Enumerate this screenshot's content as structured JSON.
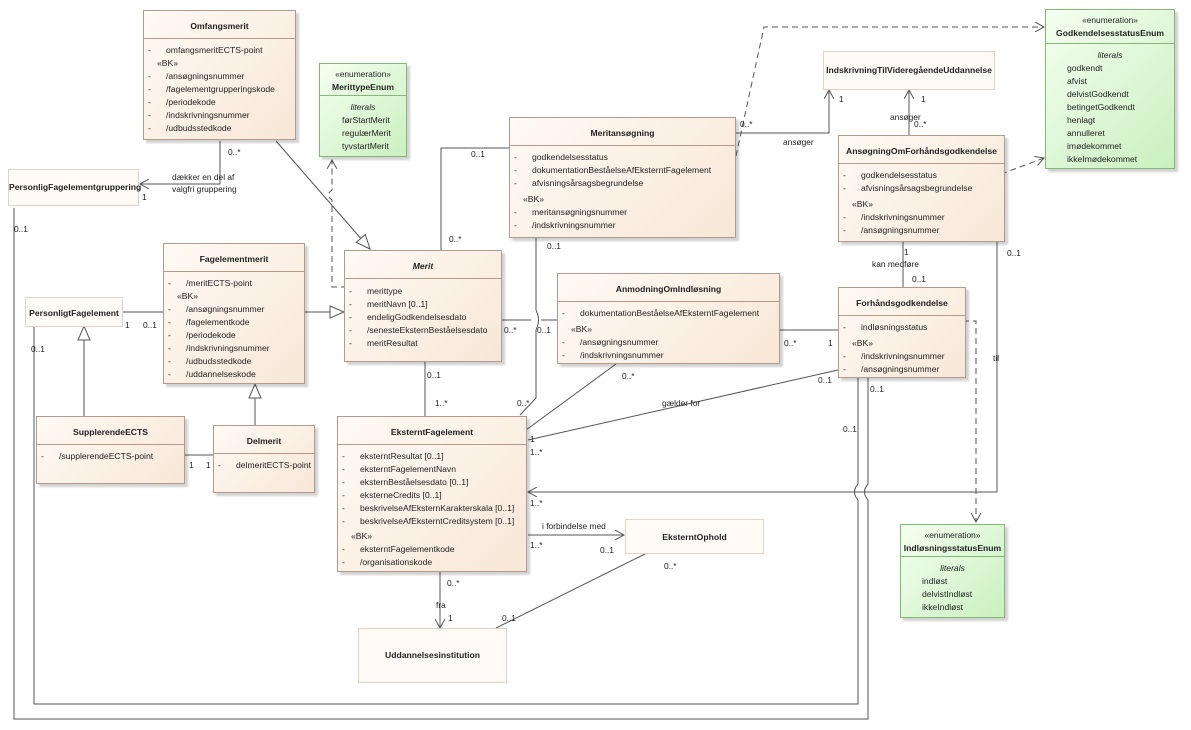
{
  "classes": {
    "omfangsmerit": {
      "name": "Omfangsmerit",
      "attr1": "omfangsmeritECTS-point",
      "bk": "«BK»",
      "bk_attrs": [
        "/ansøgningsnummer",
        "/fagelementgrupperingskode",
        "/periodekode",
        "/indskrivningsnummer",
        "/udbudsstedkode"
      ]
    },
    "merittype_enum": {
      "stereo": "«enumeration»",
      "name": "MerittypeEnum",
      "literals_label": "literals",
      "literals": [
        "førStartMerit",
        "regulærMerit",
        "tyvstartMerit"
      ]
    },
    "personlig_fagelementgruppering": {
      "name": "PersonligFagelementgruppering"
    },
    "fagelementmerit": {
      "name": "Fagelementmerit",
      "attr1": "/meritECTS-point",
      "bk": "«BK»",
      "bk_attrs": [
        "/ansøgningsnummer",
        "/fagelementkode",
        "/periodekode",
        "/indskrivningsnummer",
        "/udbudsstedkode",
        "/uddannelseskode"
      ]
    },
    "personligt_fagelement": {
      "name": "PersonligtFagelement"
    },
    "merit": {
      "name": "Merit",
      "attrs": [
        "merittype",
        "meritNavn [0..1]",
        "endeligGodkendelsesdato",
        "/senesteEksternBeståelsesdato",
        "meritResultat"
      ]
    },
    "meritansogning": {
      "name": "Meritansøgning",
      "attrs": [
        "godkendelsesstatus",
        "dokumentationBeståelseAfEksterntFagelement",
        "afvisningsårsagsbegrundelse"
      ],
      "bk": "«BK»",
      "bk_attrs": [
        "meritansøgningsnummer",
        "/indskrivningsnummer"
      ]
    },
    "indskrivning": {
      "name": "IndskrivningTilVideregåendeUddannelse"
    },
    "godkendelsesstatus_enum": {
      "stereo": "«enumeration»",
      "name": "GodkendelsesstatusEnum",
      "literals_label": "literals",
      "literals": [
        "godkendt",
        "afvist",
        "delvistGodkendt",
        "betingetGodkendt",
        "henlagt",
        "annulleret",
        "imødekommet",
        "ikkeImødekommet"
      ]
    },
    "ansogning_forhaand": {
      "name": "AnsøgningOmForhåndsgodkendelse",
      "attrs": [
        "godkendelsesstatus",
        "afvisningsårsagsbegrundelse"
      ],
      "bk": "«BK»",
      "bk_attrs": [
        "/indskrivningsnummer",
        "/ansøgningsnummer"
      ]
    },
    "anmodning": {
      "name": "AnmodningOmIndløsning",
      "attrs": [
        "dokumentationBeståelseAfEksterntFagelement"
      ],
      "bk": "«BK»",
      "bk_attrs": [
        "/ansøgningsnummer",
        "/indskrivningsnummer"
      ]
    },
    "forhaandsgodkendelse": {
      "name": "Forhåndsgodkendelse",
      "attrs": [
        "indløsningsstatus"
      ],
      "bk": "«BK»",
      "bk_attrs": [
        "/indskrivningsnummer",
        "/ansøgningsnummer"
      ]
    },
    "supplerende": {
      "name": "SupplerendeECTS",
      "attrs": [
        "/supplerendeECTS-point"
      ]
    },
    "delmerit": {
      "name": "Delmerit",
      "attrs": [
        "delmeritECTS-point"
      ]
    },
    "eksternt_fagelement": {
      "name": "EksterntFagelement",
      "attrs": [
        "eksterntResultat [0..1]",
        "eksterntFagelementNavn",
        "eksternBeståelsesdato [0..1]",
        "eksterneCredits [0..1]",
        "beskrivelseAfEksternKarakterskala [0..1]",
        "beskrivelseAfEksterntCreditsystem [0..1]"
      ],
      "bk": "«BK»",
      "bk_attrs": [
        "eksterntFagelementkode",
        "/organisationskode"
      ]
    },
    "eksternt_ophold": {
      "name": "EksterntOphold"
    },
    "indlosningsstatus_enum": {
      "stereo": "«enumeration»",
      "name": "IndløsningsstatusEnum",
      "literals_label": "literals",
      "literals": [
        "indløst",
        "delvistIndløst",
        "ikkeIndløst"
      ]
    },
    "uddannelsesinstitution": {
      "name": "Uddannelsesinstitution"
    }
  },
  "labels": {
    "m_omf_pfg": "0..*",
    "d_omf_pfg_1": "dækker en del af",
    "d_omf_pfg_2": "valgfri gruppering",
    "m_pfg": "1",
    "m_pfg_bottom": "0..1",
    "m_pf_right": "1",
    "m_fm_left": "0..1",
    "m_pf_bottom": "0..1",
    "m_ma_merit_top": "0..1",
    "m_ma_merit_bot": "0..*",
    "m_ma_ind": "0..*",
    "d_ansoger_ma": "ansøger",
    "m_ind_ma": "1",
    "m_ind_af": "1",
    "d_ansoger_af": "ansøger",
    "m_af_ind": "0..*",
    "m_ma_bottom": "0..1",
    "m_merit_right": "0..*",
    "m_anm_left": "0..1",
    "d_kan_medfore": "kan medføre",
    "m_af_fg": "1",
    "m_fg_af": "0..1",
    "m_af_right": "0..1",
    "m_anm_right": "0..*",
    "m_fg_left": "1",
    "m_merit_ef_top": "0..1",
    "m_merit_ef_bot": "1..*",
    "m_anm_ef": "0..*",
    "m_ma_ef": "0..*",
    "d_gaelder_for": "gælder for",
    "m_fg_ef": "0..1",
    "m_ef_fg": "1",
    "m_fg_bottom": "0..1",
    "m_ef_right": "1..*",
    "m_fg_bottom2": "0..1",
    "d_til": "til",
    "d_i_forbindelse": "i forbindelse med",
    "m_ef_eo": "1..*",
    "m_eo_ef": "0..1",
    "m_ef_bottom": "0..*",
    "d_fra": "fra",
    "m_ui_ef": "1",
    "m_eo_bottom": "0..*",
    "m_ui_eo": "0..1",
    "m_sup_del": "1",
    "m_del_sup": "1"
  },
  "colors": {
    "class_border": "#b49a8c",
    "enum_border": "#86b77a",
    "line": "#555555"
  }
}
